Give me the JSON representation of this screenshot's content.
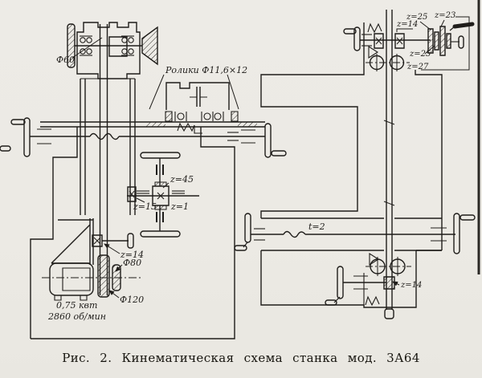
{
  "figure": {
    "caption": "Рис. 2. Кинематическая схема станка мод. 3А64",
    "colors": {
      "paper": "#edebe6",
      "ink": "#1f1d1a"
    },
    "left_machine": {
      "spindle_pulley_label": "Ф60",
      "roller_clutch_label": "Ролики Ф11,6×12",
      "worm_wheel_label": "z=45",
      "worm_gear_label": "z=15",
      "worm_label": "z=1",
      "feed_bevel_label": "z=14",
      "motor_pulley_label": "Ф80",
      "drive_pulley_label": "Ф120",
      "motor_power": "0,75 квт",
      "motor_speed": "2860 об/мин"
    },
    "right_machine": {
      "screw_gear_label": "z=14",
      "gear_z25_top_label": "z=25",
      "gear_z23_label": "z=23",
      "gear_z25_bottom_label": "z=25",
      "gear_z27_label": "z=27",
      "leadscrew_pitch_label": "t=2",
      "lower_bevel_label": "z=14"
    }
  }
}
